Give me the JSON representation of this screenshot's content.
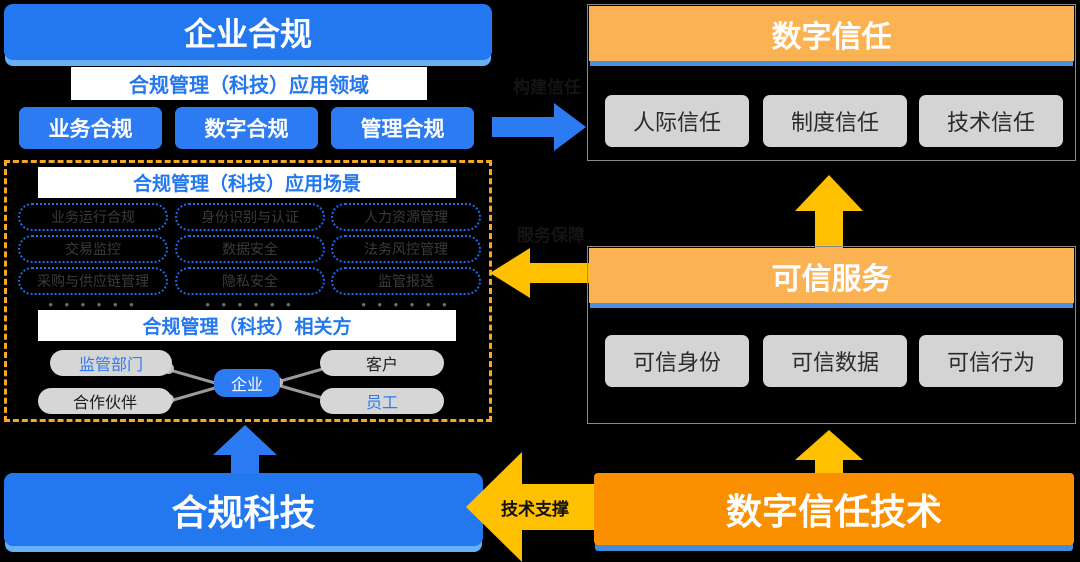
{
  "left": {
    "header": "企业合规",
    "domains_title": "合规管理（科技）应用领域",
    "domains": [
      "业务合规",
      "数字合规",
      "管理合规"
    ],
    "scenarios_title": "合规管理（科技）应用场景",
    "scenario_columns": [
      {
        "items": [
          "业务运行合规",
          "交易监控",
          "采购与供应链管理"
        ],
        "more": "• • • • • •"
      },
      {
        "items": [
          "身份识别与认证",
          "数据安全",
          "隐私安全"
        ],
        "more": "• • • • • •"
      },
      {
        "items": [
          "人力资源管理",
          "法务风控管理",
          "监管报送"
        ],
        "more": "• • • • • •"
      }
    ],
    "stakeholders_title": "合规管理（科技）相关方",
    "stakeholders": {
      "center": "企业",
      "top_left": "监管部门",
      "bottom_left": "合作伙伴",
      "top_right": "客户",
      "bottom_right": "员工"
    },
    "footer": "合规科技"
  },
  "right": {
    "trust": {
      "header": "数字信任",
      "chips": [
        "人际信任",
        "制度信任",
        "技术信任"
      ]
    },
    "service": {
      "header": "可信服务",
      "chips": [
        "可信身份",
        "可信数据",
        "可信行为"
      ]
    },
    "footer": "数字信任技术"
  },
  "arrows": {
    "build_trust": "构建信任",
    "service_guarantee": "服务保障",
    "tech_support": "技术支撑"
  },
  "colors": {
    "blue": "#2378F0",
    "blue_light": "#66B0F5",
    "orange_light": "#FBB252",
    "orange_deep": "#FA9000",
    "yellow": "#FFC000",
    "grey_chip": "#D4D4D4",
    "dashed_border": "#F5A623"
  }
}
